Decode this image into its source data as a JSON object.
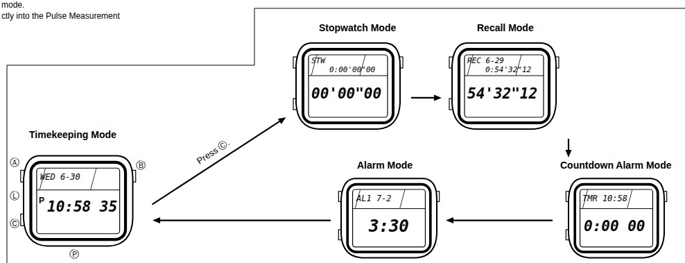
{
  "diagram": {
    "nodes": [
      {
        "text": [
          "Timekeeping Mode",
          "WED 6-30",
          "P",
          "10:58 35",
          "Ⓐ",
          "Ⓑ",
          "Ⓛ",
          "Ⓒ",
          "Ⓟ"
        ]
      },
      {
        "text": [
          "Stopwatch Mode",
          "STW",
          "0:00'00\"00",
          "00'00\"00"
        ]
      },
      {
        "text": [
          "Recall Mode",
          "REC 6-29",
          "0:54'32\"12",
          "54'32\"12"
        ]
      },
      {
        "text": [
          "Countdown Alarm Mode",
          "TMR 10:58",
          "0:00 00"
        ]
      },
      {
        "text": [
          "Alarm Mode",
          "AL1 7-2",
          "3:30"
        ]
      }
    ],
    "edges": [
      {
        "from": 0,
        "to": 1,
        "arrow": "to",
        "label": "Press Ⓒ."
      },
      {
        "from": 1,
        "to": 2,
        "arrow": "to"
      },
      {
        "from": 2,
        "to": 3,
        "arrow": "to"
      },
      {
        "from": 3,
        "to": 4,
        "arrow": "to"
      },
      {
        "from": 4,
        "to": 0,
        "arrow": "to"
      }
    ],
    "labels": [
      "mode.",
      "ctly into the Pulse Measurement"
    ]
  }
}
